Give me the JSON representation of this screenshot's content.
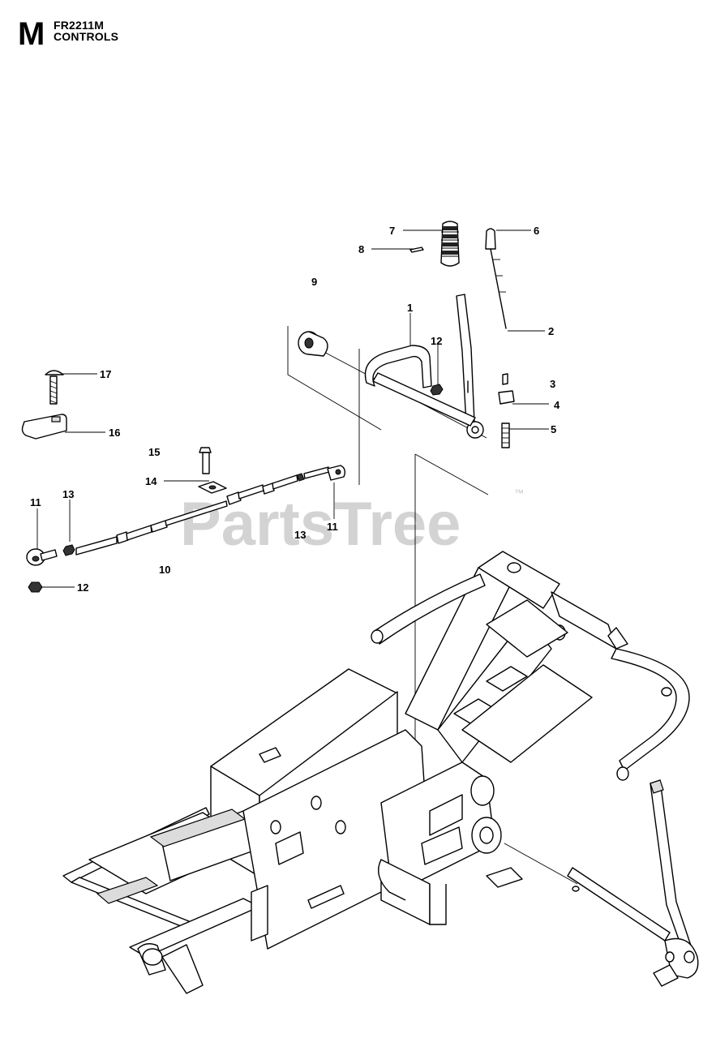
{
  "header": {
    "section_letter": "M",
    "model": "FR2211M",
    "section_title": "CONTROLS"
  },
  "watermark": {
    "text": "PartsTree",
    "trademark": "™"
  },
  "callouts": [
    "1",
    "2",
    "3",
    "4",
    "5",
    "6",
    "7",
    "8",
    "9",
    "10",
    "11",
    "12",
    "13",
    "14",
    "15",
    "16",
    "17",
    "11",
    "12",
    "13"
  ]
}
